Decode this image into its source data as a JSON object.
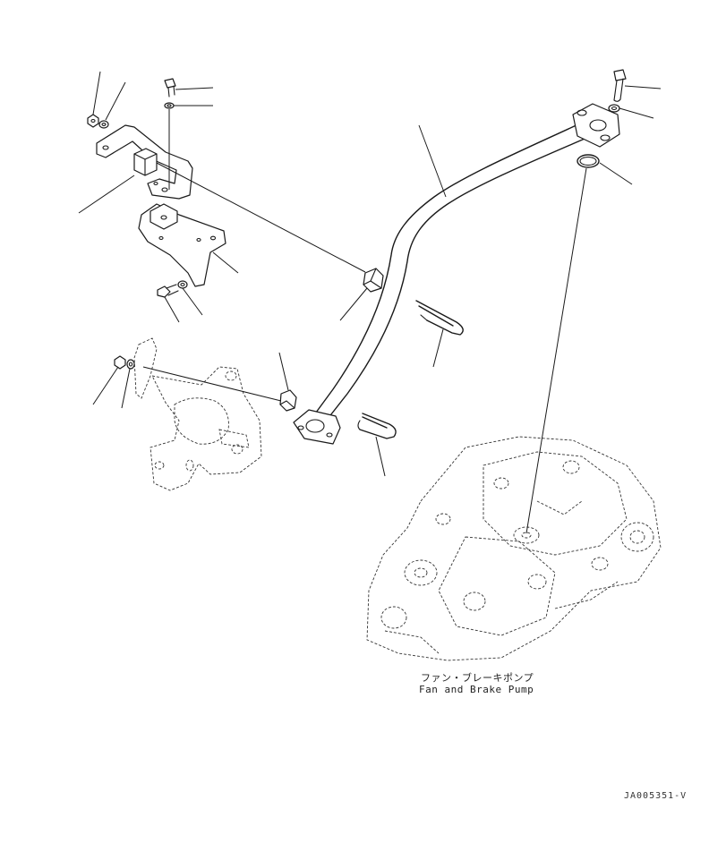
{
  "captions": {
    "pump_label_jp": "ファン・ブレーキポンプ",
    "pump_label_en": "Fan and Brake Pump"
  },
  "drawing_id": "JA005351-V",
  "colors": {
    "line": "#1a1a1a",
    "background": "#ffffff"
  },
  "parts": [
    "pipe",
    "o-ring",
    "bolt",
    "washer",
    "u-bolt",
    "clip",
    "clamp",
    "bracket",
    "stay",
    "nut",
    "spring-washer",
    "fan-and-brake-pump"
  ]
}
